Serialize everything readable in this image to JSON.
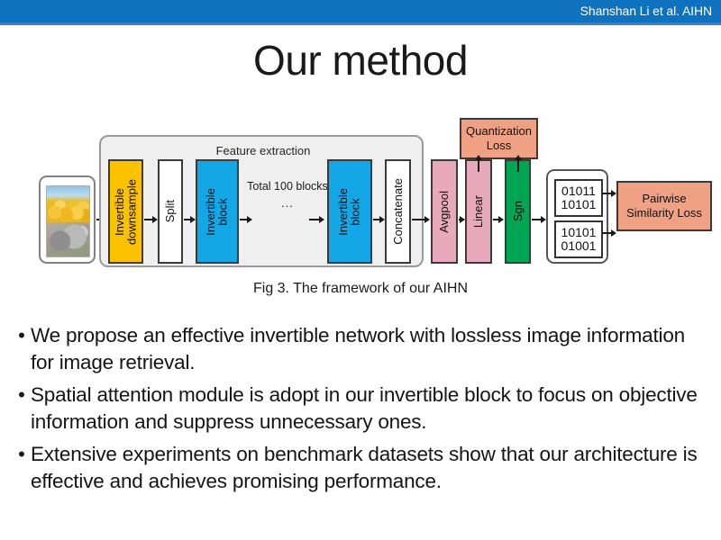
{
  "header": {
    "author": "Shanshan Li et al. AIHN",
    "bar_color": "#0f72be"
  },
  "title": "Our method",
  "figure": {
    "caption": "Fig 3. The framework of our AIHN",
    "feature_group_label": "Feature extraction",
    "blocks": {
      "downsample": "Invertible\ndownsample",
      "split": "Split",
      "invertible_block_1": "Invertible\nblock",
      "total_blocks": "Total 100 blocks",
      "ellipsis": "...",
      "invertible_block_2": "Invertible\nblock",
      "concatenate": "Concatenate",
      "avgpool": "Avgpool",
      "linear": "Linear",
      "sgn": "Sgn",
      "quantization_loss_line1": "Quantization",
      "quantization_loss_line2": "Loss",
      "pairwise_line1": "Pairwise",
      "pairwise_line2": "Similarity Loss"
    },
    "codes": [
      {
        "line1": "01011",
        "line2": "10101"
      },
      {
        "line1": "10101",
        "line2": "01001"
      }
    ],
    "colors": {
      "downsample": "#fcc200",
      "invertible_block": "#14a7e8",
      "pooling": "#e8a9bd",
      "sgn": "#00a651",
      "loss": "#f0a183",
      "group_bg": "#efefef"
    }
  },
  "bullets": [
    {
      "marker": "•",
      "text": "We propose an effective invertible network with lossless image information for image retrieval."
    },
    {
      "marker": "•",
      "text": "Spatial attention module is adopt in our invertible block to focus on objective information and suppress unnecessary ones."
    },
    {
      "marker": "•",
      "text": "Extensive experiments on benchmark datasets show that our architecture is effective and achieves promising performance."
    }
  ]
}
